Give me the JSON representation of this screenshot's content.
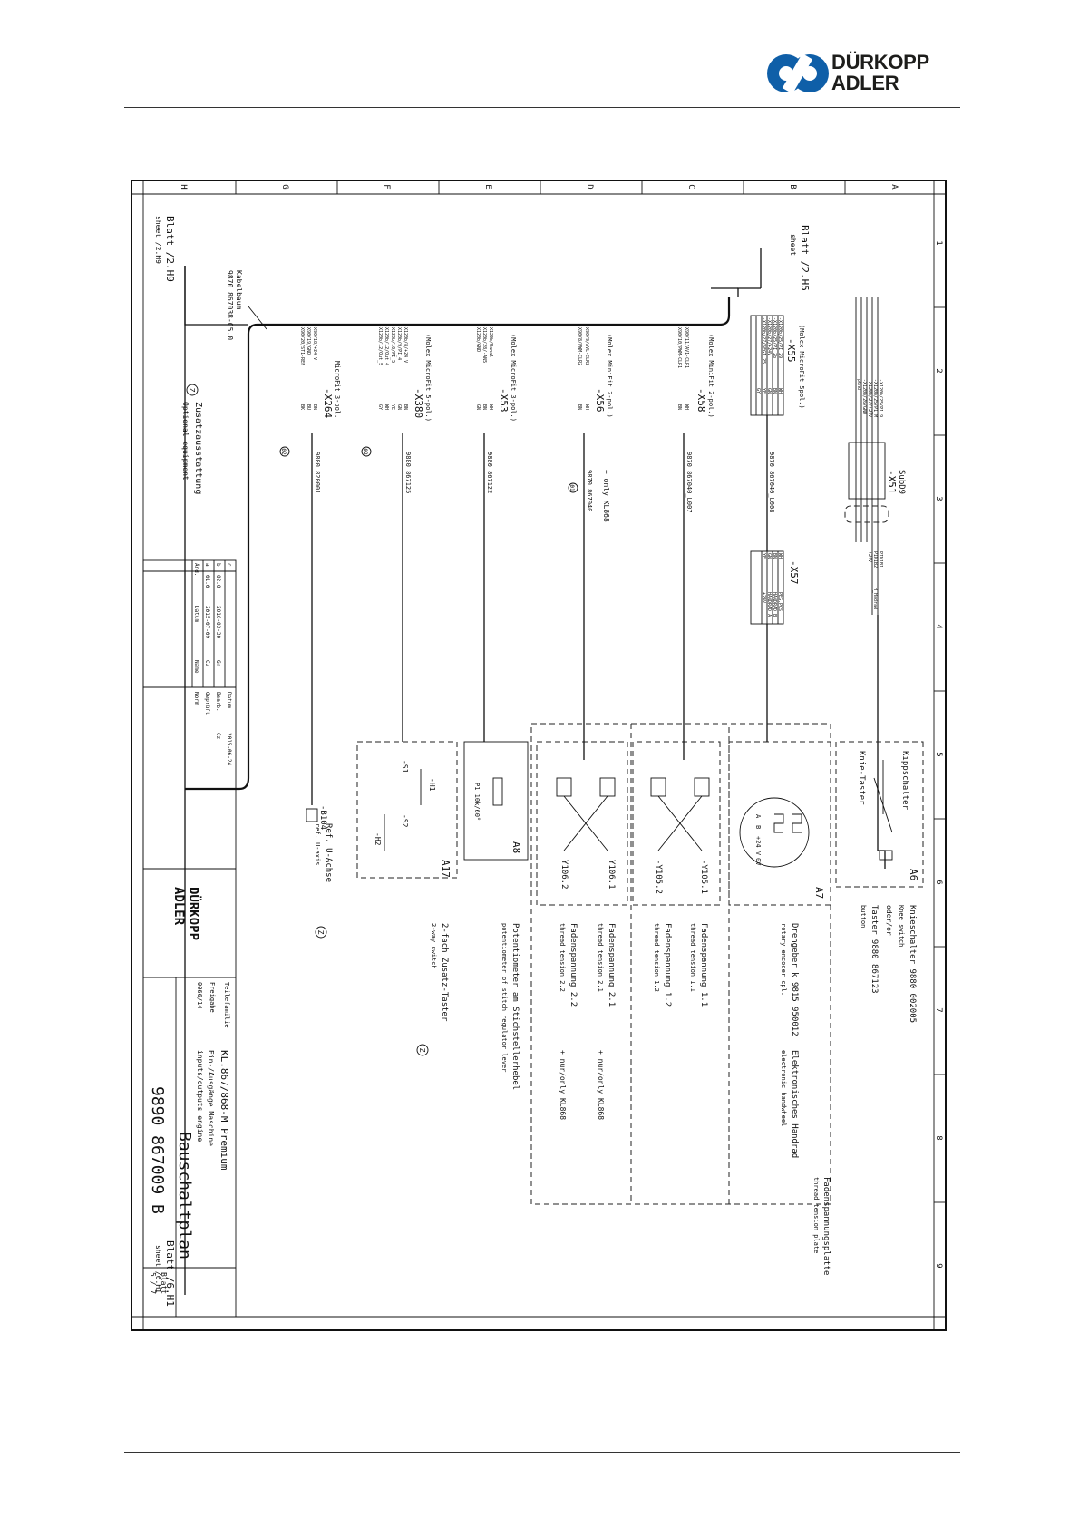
{
  "logo": {
    "line1": "DÜRKOPP",
    "line2": "ADLER"
  },
  "sheet": {
    "columns": [
      "1",
      "2",
      "3",
      "4",
      "5",
      "6",
      "7",
      "8",
      "9"
    ],
    "rows": [
      "A",
      "B",
      "C",
      "D",
      "E",
      "F",
      "G",
      "H"
    ],
    "cross_refs": {
      "left_top": "Blatt /2.H5",
      "left_top_en": "sheet",
      "left_bottom": "Blatt /2.H9",
      "left_bottom_en": "sheet /2.H9",
      "right": "Blatt /6.H1",
      "right_en": "sheet /6.H1"
    },
    "harness": {
      "label": "Kabelbaum",
      "part": "9870 867038-05.0"
    },
    "optional": {
      "marker": "Z",
      "de": "Zusatzausstattung",
      "en": "Optional equipment"
    },
    "connectors": {
      "x51": {
        "type": "SubD9",
        "name": "-X51",
        "left_pins": [
          "-X120b/25/P1.9",
          "-X120b/25/P1_M",
          "-X120b/27/+24V",
          "-X120b/26/GND",
          "pGnd"
        ],
        "right_pins": [
          "PIN1B1",
          "PIN1B2",
          "+24V",
          "",
          "H_Hadrad"
        ]
      },
      "x55": {
        "type": "(Molex MicroFit 5pol.)",
        "name": "-X55",
        "left_pins": [
          "-X120b/25/PI_29",
          "-X120b/25/PI_2b",
          "-X120b/27/+24V",
          "-X120b/27/SEGT_25",
          ""
        ],
        "right_pins": [
          "WH",
          "BN",
          "GN",
          "YE",
          "GY"
        ]
      },
      "x57": {
        "name": "-X57",
        "pins": [
          "WH",
          "BN",
          "GN",
          "YE",
          ""
        ],
        "signals": [
          "PEG.POS",
          "HANDRAD_B",
          "HANDRAD_A",
          "+24V",
          ""
        ]
      },
      "x58": {
        "type": "(Molex MiniFit 2-pol.)",
        "name": "-X58",
        "left_pins": [
          "-X90/11/AV1-CLR1",
          "-X90/10/PWM-CLR1"
        ],
        "right_pins": [
          "WH",
          "BN"
        ]
      },
      "x56": {
        "type": "(Molex MiniFit 2-pol.)",
        "name": "-X56",
        "left_pins": [
          "-X90/9/AVL-CLR2",
          "-X90/8/PWM-CLR2"
        ],
        "right_pins": [
          "WH",
          "BN"
        ]
      },
      "x53": {
        "type": "(Molex MicroFit 3-pol.)",
        "name": "-X53",
        "left_pins": [
          "-X120b/Uanal",
          "-X120b/28/-AN5",
          "-X120b/GND"
        ],
        "right_pins": [
          "WH",
          "BN",
          "GN"
        ]
      },
      "x380": {
        "type": "(Molex MicroFit 5-pol.)",
        "name": "-X380",
        "left_pins": [
          "-X120b/8/+24 V",
          "-X120b/9/PI_4",
          "-X120b/10/PI_5",
          "-X120b/12/Out_4",
          "-X120b/12/Out_5"
        ],
        "right_pins": [
          "BN",
          "GN",
          "YE",
          "WH",
          "GY"
        ]
      },
      "x264": {
        "type": "MicroFit 3-pol.",
        "name": "-X264",
        "left_pins": [
          "-X90/18/+24 V",
          "-X90/19/GND",
          "-X90/20/ST1-REF"
        ],
        "right_pins": [
          "BN",
          "BU",
          "BK"
        ]
      }
    },
    "cables": [
      "9870 867040_L008",
      "9870 867040_L007",
      "9870 867040",
      "9880 867122",
      "9880 867125",
      "9800 820001"
    ],
    "only_kl868": "+ only KL868",
    "marker_01": "01",
    "marker_02": "02",
    "modules": {
      "a6": {
        "id": "A6",
        "left": "Kippschalter",
        "right": "Knie-Taster",
        "de": "Knieschalter 9880 002005",
        "en": "Knee switch",
        "or_de": "oder/or",
        "alt_de": "Taster 9880 867123",
        "alt_en": "button"
      },
      "a7": {
        "id": "A7",
        "de": "Drehgeber k 9815 950012",
        "en": "rotary encoder cpl.",
        "side_de": "Elektronisches Handrad",
        "side_en": "electronic handwheel",
        "channels": [
          "A",
          "B",
          "+24 V",
          "0V"
        ]
      },
      "y105": {
        "tags": [
          "-Y105.1",
          "-Y105.2"
        ],
        "de1": "Fadenspannung 1.1",
        "en1": "thread tension 1.1",
        "de2": "Fadenspannung 1.2",
        "en2": "thread tension 1.2"
      },
      "y106": {
        "tags": [
          "Y106.1",
          "Y106.2"
        ],
        "de1": "Fadenspannung 2.1",
        "en1": "thread tension 2.1",
        "de2": "Fadenspannung 2.2",
        "en2": "thread tension 2.2",
        "note1": "+ nur/only KL868",
        "note2": "+ nur/only KL868"
      },
      "a8": {
        "id": "A8",
        "pot": "P1 10k/60°",
        "de": "Potentiometer am Stichstellerhebel",
        "en": "potentiometer of stitch regulator lever"
      },
      "a17": {
        "id": "A17",
        "tags": [
          "-H1",
          "-S1",
          "-S2",
          "-H2"
        ],
        "de": "2-fach Zusatz-Taster",
        "en": "2-way switch"
      },
      "b104": {
        "id": "-B104",
        "de": "Ref. U-Achse",
        "en": "ref. U-axis"
      },
      "plate": {
        "de": "Fadenspannungsplatte",
        "en": "thread tension plate"
      }
    },
    "title_block": {
      "revisions": [
        {
          "idx": "c",
          "rev": "",
          "date": "",
          "who": ""
        },
        {
          "idx": "b",
          "rev": "02.0",
          "date": "2016-03-30",
          "who": "Gr"
        },
        {
          "idx": "a",
          "rev": "01.0",
          "date": "2015-07-09",
          "who": "Cz"
        }
      ],
      "rev_headers": {
        "idx": "Änd.",
        "date": "Datum",
        "who": "Name"
      },
      "datum_label": "Datum",
      "datum_value": "2015-06-24",
      "bearb_label": "Bearb.",
      "bearb_value": "Cz",
      "gepr_label": "Geprüft",
      "norm_label": "Norm",
      "company1": "DÜRKOPP",
      "company2": "ADLER",
      "teilefamilie": "Teilefamilie",
      "freigabe_label": "Freigabe",
      "freigabe_value": "0066/14",
      "product": "KL.867/868-M Premium",
      "desc_de": "Ein-/Ausgänge Maschine",
      "desc_en": "inputs/outputs engine",
      "doc_title": "Bauschaltplan",
      "drawing_no": "9890   867009  B",
      "sheet_label": "Blatt",
      "sheet_no": "5 / 7",
      "z_marker": "Z"
    }
  }
}
